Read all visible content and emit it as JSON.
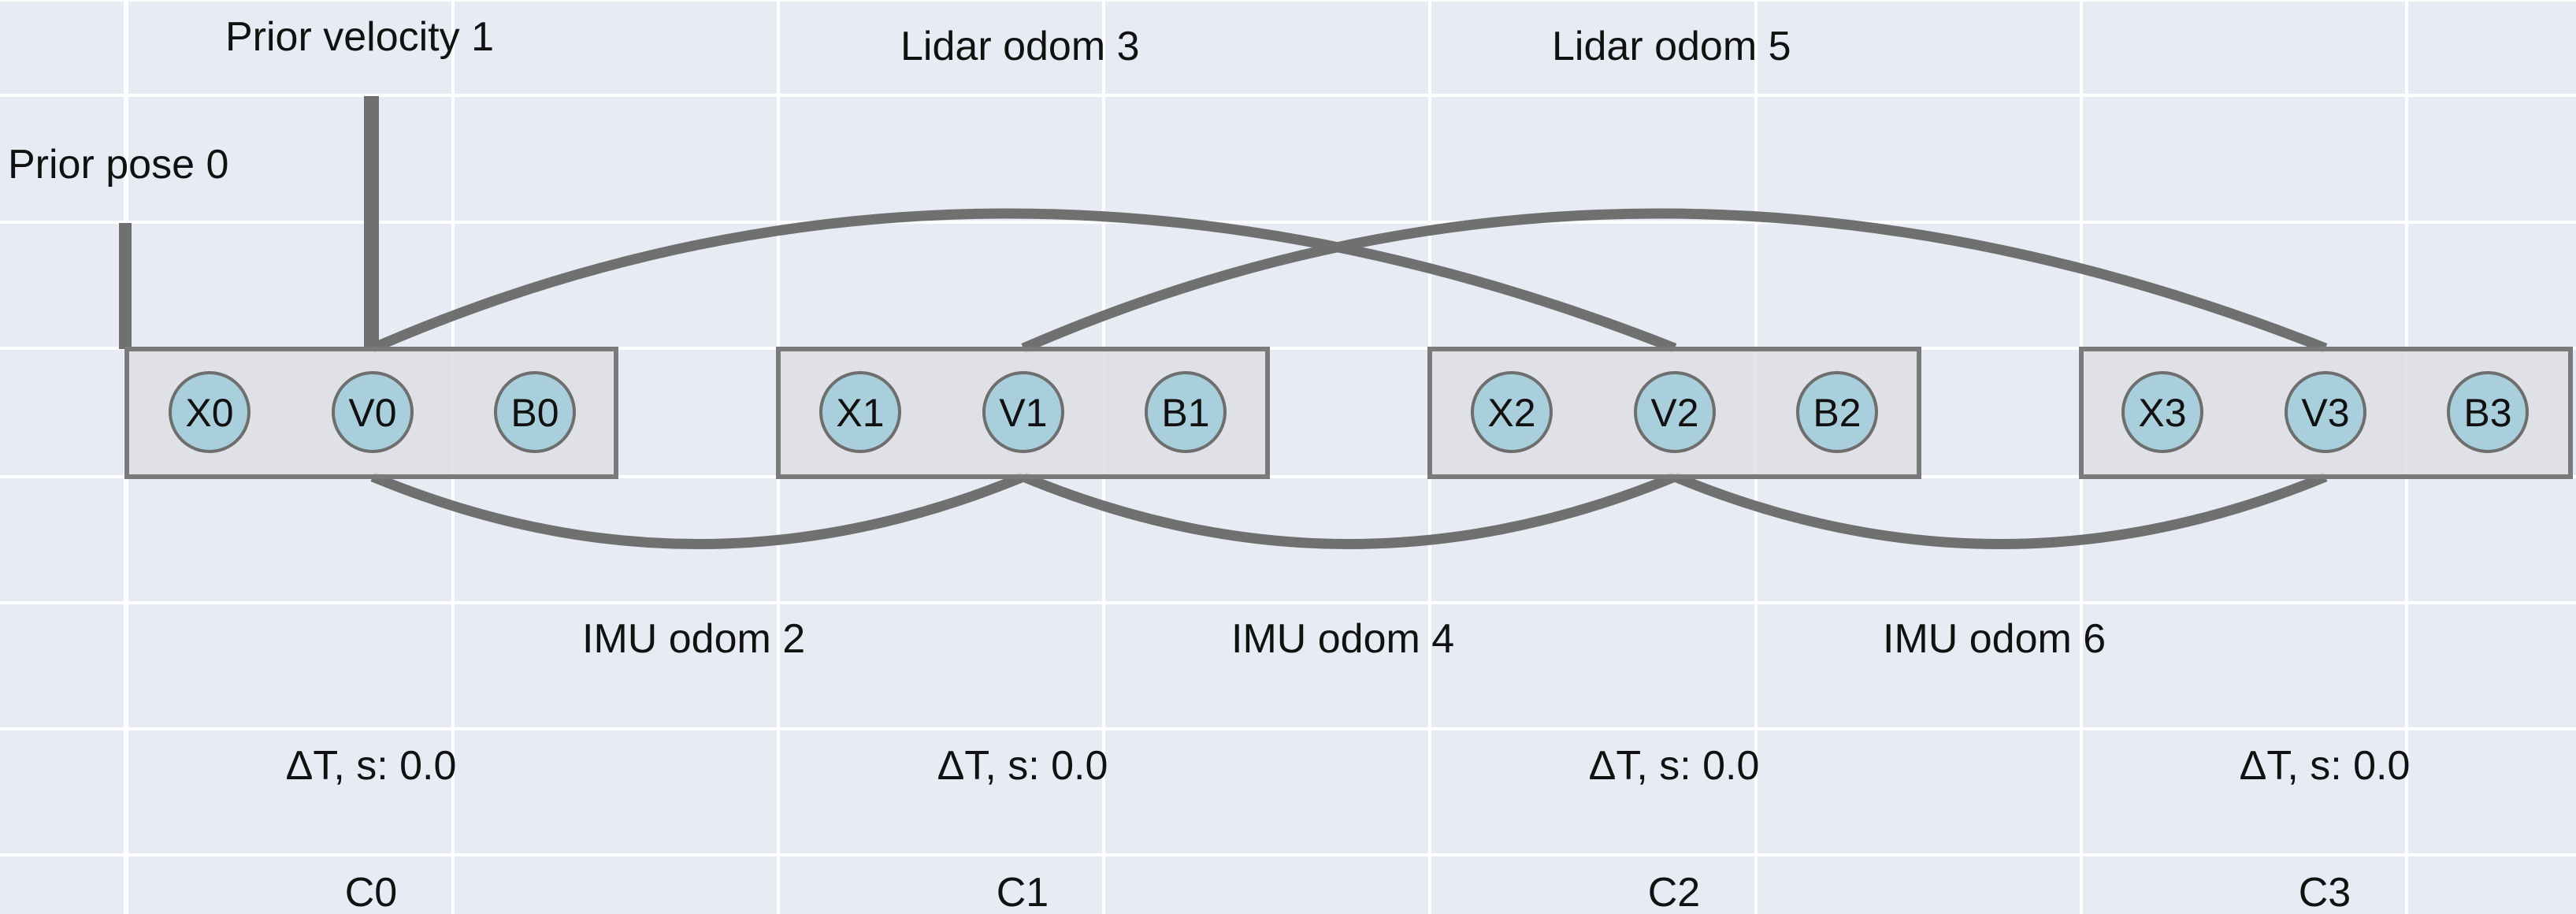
{
  "colors": {
    "background": "#e6ebf4",
    "grid": "#ffffff",
    "factor_line": "#707070",
    "group_fill": "#dddfe3",
    "group_stroke": "#7a7a7a",
    "node_fill": "#a9cfdc",
    "node_stroke": "#6e6e6e",
    "text": "#111111"
  },
  "diagram": {
    "prior_pose_label": "Prior pose 0",
    "prior_velocity_label": "Prior velocity 1",
    "lidar_odom_labels": [
      "Lidar odom 3",
      "Lidar odom 5"
    ],
    "imu_odom_labels": [
      "IMU odom 2",
      "IMU odom 4",
      "IMU odom 6"
    ],
    "groups": [
      {
        "nodes": [
          "X0",
          "V0",
          "B0"
        ],
        "dt_label": "ΔT, s: 0.0",
        "column_label": "C0"
      },
      {
        "nodes": [
          "X1",
          "V1",
          "B1"
        ],
        "dt_label": "ΔT, s: 0.0",
        "column_label": "C1"
      },
      {
        "nodes": [
          "X2",
          "V2",
          "B2"
        ],
        "dt_label": "ΔT, s: 0.0",
        "column_label": "C2"
      },
      {
        "nodes": [
          "X3",
          "V3",
          "B3"
        ],
        "dt_label": "ΔT, s: 0.0",
        "column_label": "C3"
      }
    ]
  }
}
